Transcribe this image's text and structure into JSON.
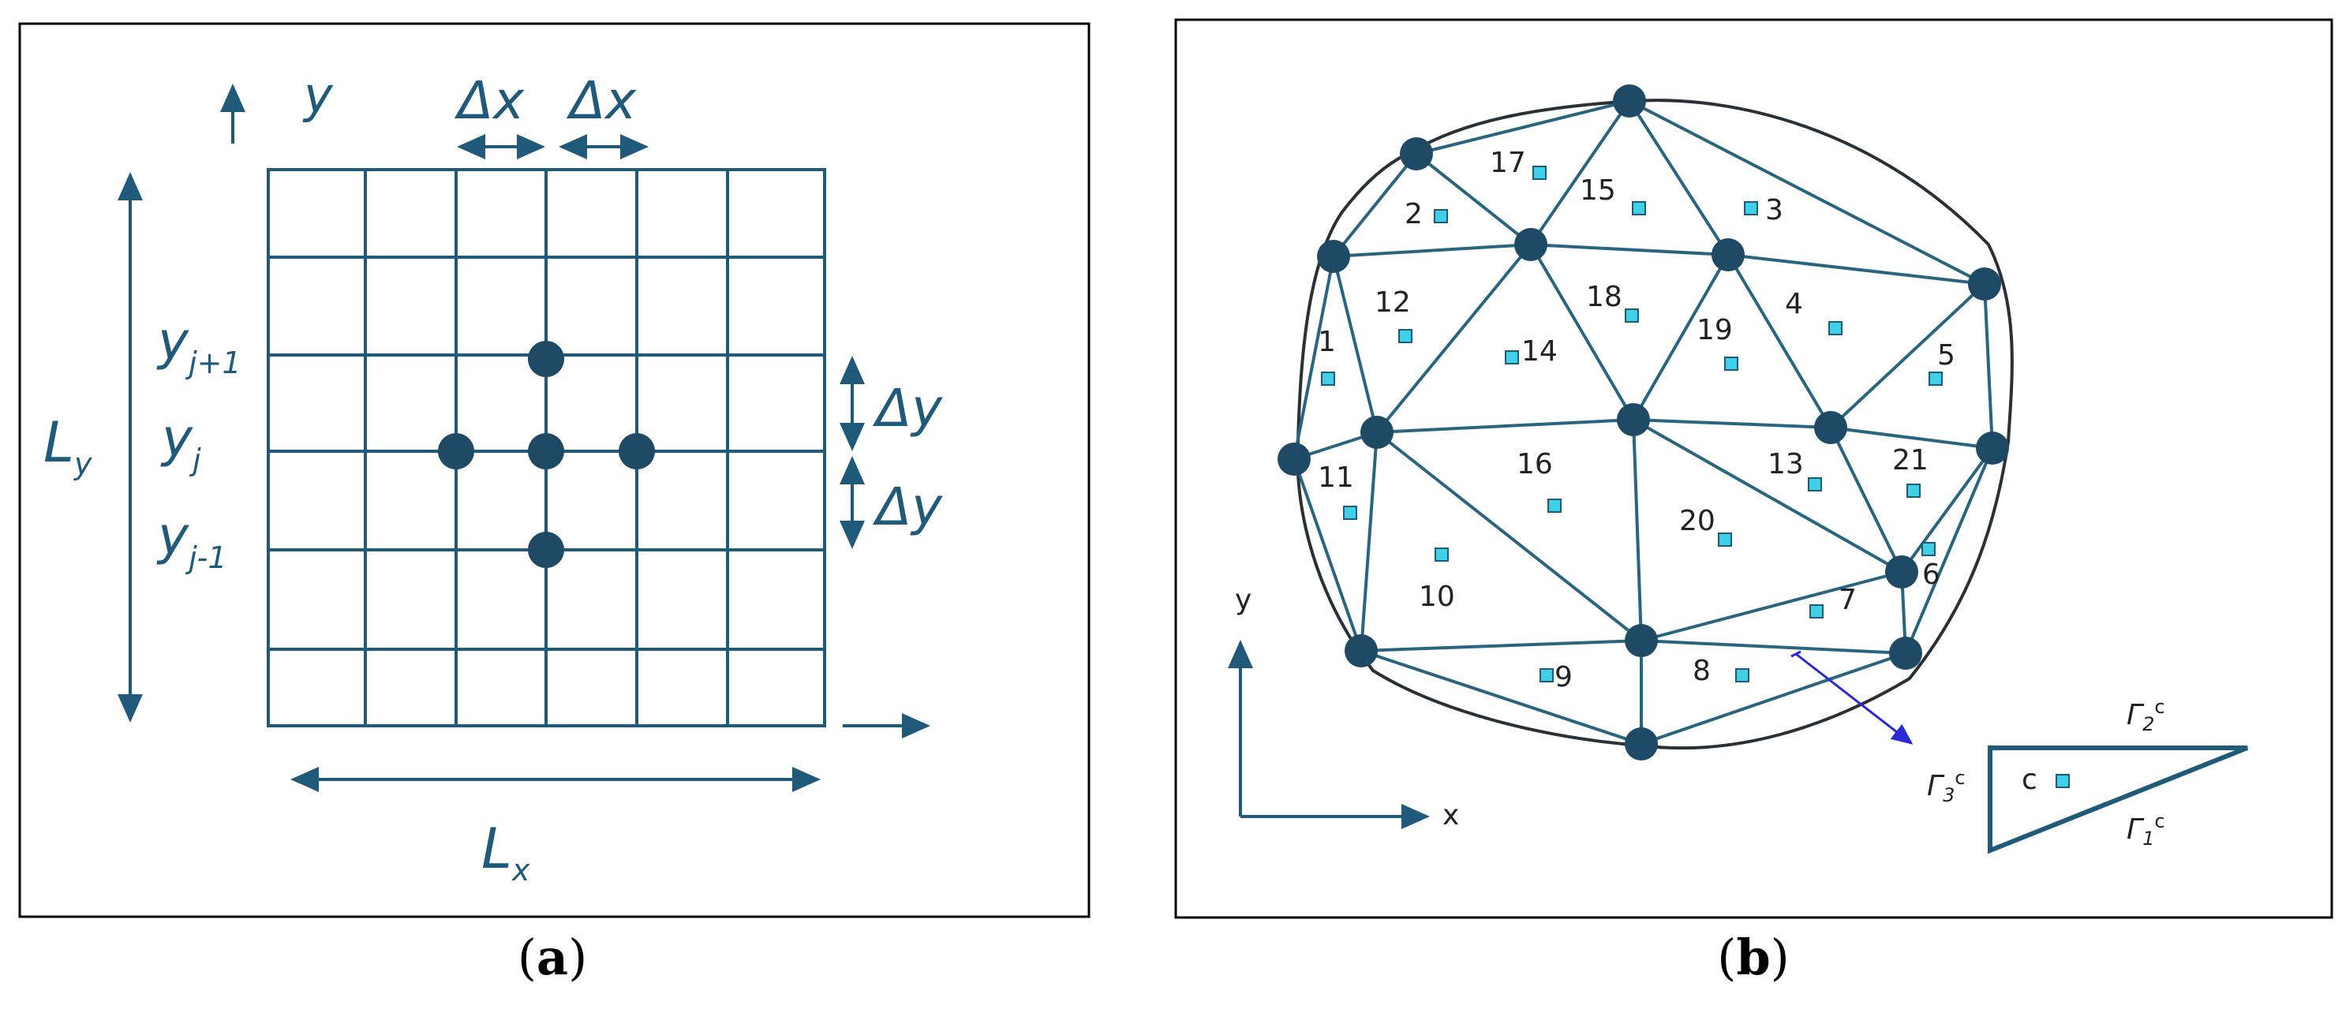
{
  "colors": {
    "grid": "#1f5a7a",
    "node": "#1e4a66",
    "element_marker": "#3fd0e8",
    "boundary": "#2a3035",
    "arrow_blue": "#2a2ad6"
  },
  "panel_a": {
    "caption_open": "(",
    "caption_letter": "a",
    "caption_close": ")",
    "y_axis": "y",
    "dx_left": "Δx",
    "dx_right": "Δx",
    "y_plus_base": "y",
    "y_plus_sub": "j+1",
    "y_mid_base": "y",
    "y_mid_sub": "j",
    "y_minus_base": "y",
    "y_minus_sub": "j-1",
    "dy_upper": "Δy",
    "dy_lower": "Δy",
    "ly_base": "L",
    "ly_sub": "y",
    "lx_base": "L",
    "lx_sub": "x"
  },
  "panel_b": {
    "caption_open": "(",
    "caption_letter": "b",
    "caption_close": ")",
    "axis_y": "y",
    "axis_x": "x",
    "element_numbers": [
      "1",
      "2",
      "3",
      "4",
      "5",
      "6",
      "7",
      "8",
      "9",
      "10",
      "11",
      "12",
      "13",
      "14",
      "15",
      "16",
      "17",
      "18",
      "19",
      "20",
      "21"
    ],
    "inset_c": "c",
    "gamma1_base": "Γ",
    "gamma1_sub": "1",
    "gamma1_sup": "c",
    "gamma2_base": "Γ",
    "gamma2_sub": "2",
    "gamma2_sup": "c",
    "gamma3_base": "Γ",
    "gamma3_sub": "3",
    "gamma3_sup": "c"
  }
}
